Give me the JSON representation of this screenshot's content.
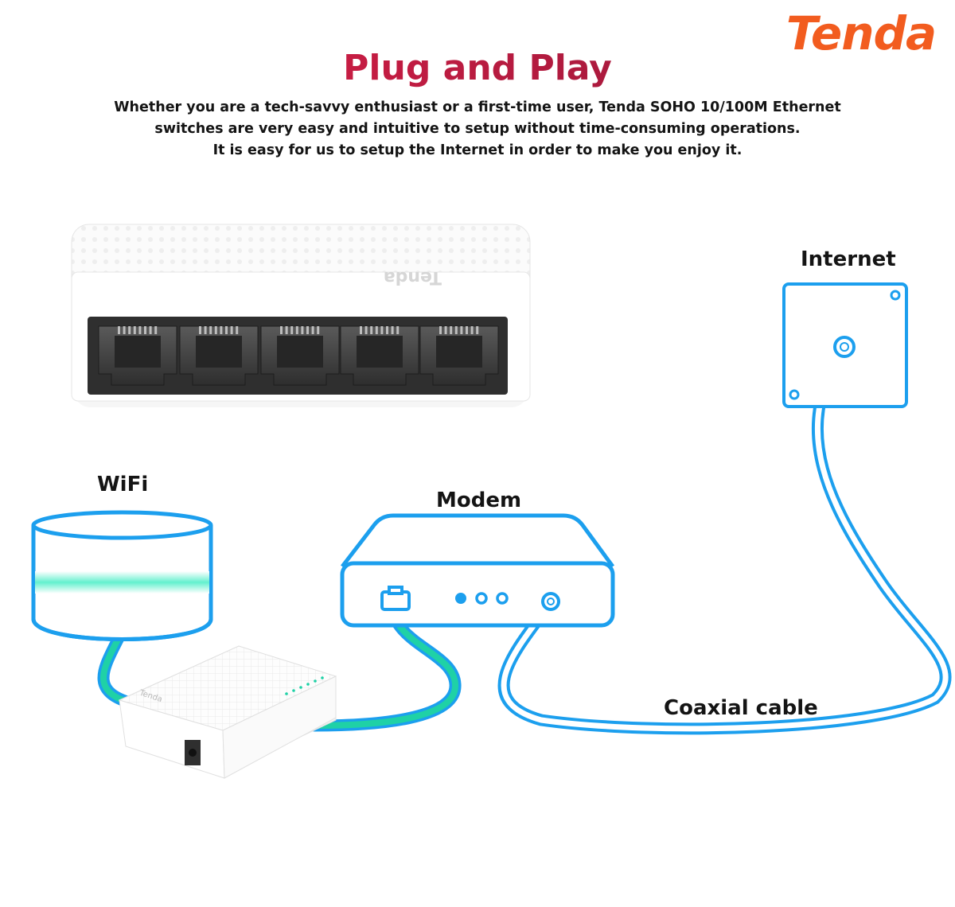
{
  "brand": {
    "logo_text": "Tenda"
  },
  "header": {
    "title": "Plug and Play",
    "intro_lines": [
      "Whether you are a tech-savvy enthusiast or a first-time user, Tenda SOHO 10/100M Ethernet",
      "switches are very easy and intuitive to setup without time-consuming operations.",
      "It is easy for us to setup the Internet in order to make you enjoy it."
    ]
  },
  "diagram": {
    "labels": {
      "internet": "Internet",
      "wifi": "WiFi",
      "modem": "Modem",
      "coaxial": "Coaxial cable"
    },
    "switch_brand_mark": "Tenda"
  },
  "colors": {
    "brand_orange": "#f25c1f",
    "title_gradient_start": "#e8204a",
    "title_gradient_end": "#8a1737",
    "line_blue": "#1c9fee",
    "ethernet_green": "#1fd1a6",
    "wifi_glow": "#63f0ce",
    "device_white": "#ffffff",
    "port_dark": "#3a3a3a"
  },
  "icons": [
    "rj45-port-icon",
    "coaxial-port-icon",
    "wall-socket-icon",
    "status-led-icon"
  ]
}
